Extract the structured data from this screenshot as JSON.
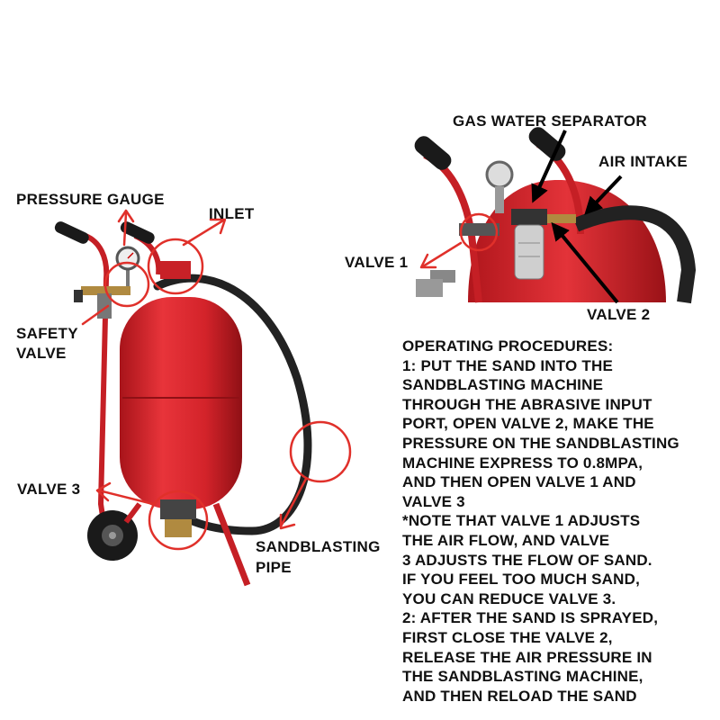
{
  "labels": {
    "pressure_gauge": "PRESSURE GAUGE",
    "inlet": "INLET",
    "safety_valve_1": "SAFETY",
    "safety_valve_2": "VALVE",
    "valve_3": "VALVE 3",
    "sandblasting_pipe_1": "SANDBLASTING",
    "sandblasting_pipe_2": "PIPE",
    "gas_water_separator": "GAS WATER SEPARATOR",
    "air_intake": "AIR INTAKE",
    "valve_1": "VALVE 1",
    "valve_2": "VALVE 2"
  },
  "procedures": {
    "lines": [
      "OPERATING PROCEDURES:",
      "1: PUT THE SAND INTO THE",
      "SANDBLASTING MACHINE",
      "THROUGH THE ABRASIVE INPUT",
      "PORT, OPEN VALVE 2, MAKE THE",
      "PRESSURE ON THE SANDBLASTING",
      "MACHINE EXPRESS TO 0.8MPA,",
      "AND THEN OPEN VALVE 1 AND",
      "VALVE 3",
      "*NOTE THAT VALVE 1 ADJUSTS",
      "THE AIR FLOW, AND VALVE",
      "3 ADJUSTS THE FLOW OF SAND.",
      "IF YOU FEEL TOO MUCH SAND,",
      "YOU CAN REDUCE VALVE 3.",
      "2: AFTER THE SAND IS SPRAYED,",
      "FIRST CLOSE THE VALVE 2,",
      "RELEASE THE AIR PRESSURE IN",
      "THE SANDBLASTING MACHINE,",
      "AND THEN RELOAD THE SAND"
    ]
  },
  "colors": {
    "tank_red": "#d9252a",
    "annotation_red": "#e0302a",
    "hose_black": "#222222"
  }
}
